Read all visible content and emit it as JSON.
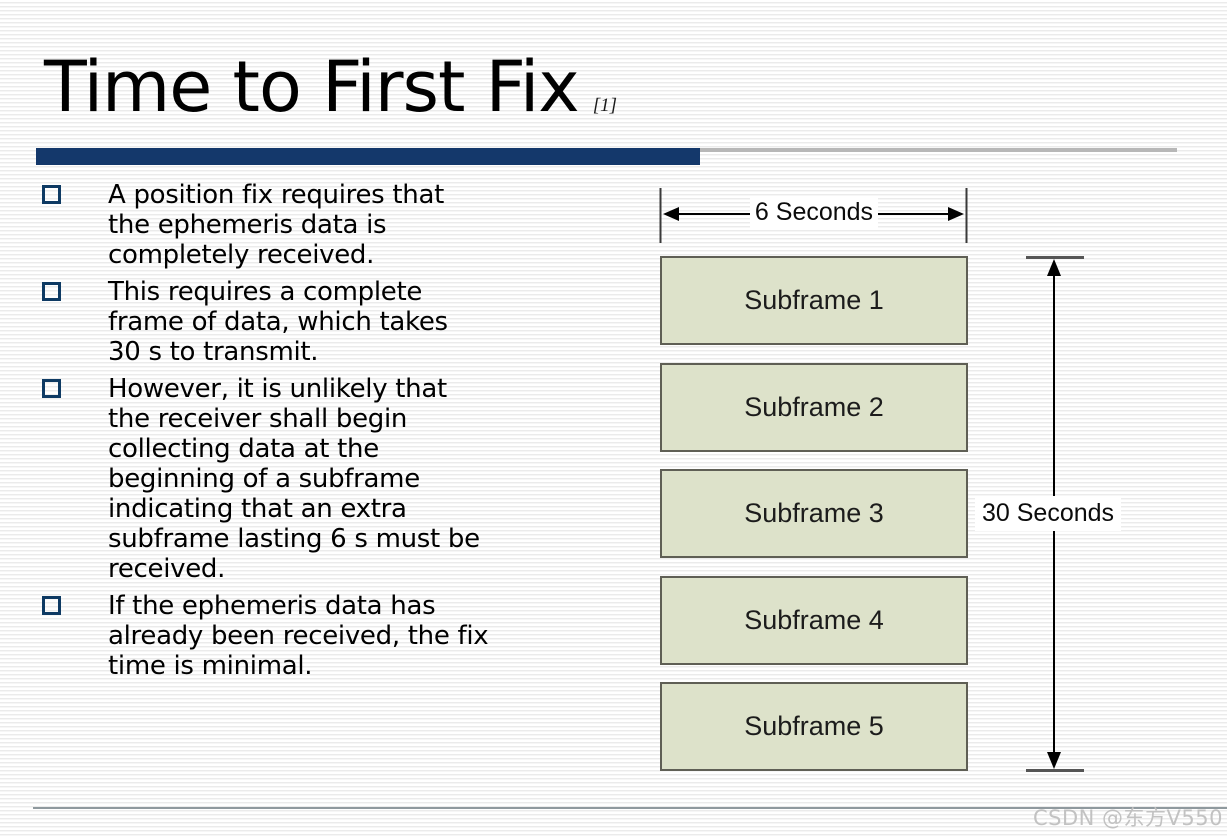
{
  "slide": {
    "title": "Time to First Fix",
    "title_ref": "[1]",
    "accent_color": "#14386b",
    "bullet_color": "#0e3a63",
    "bullets": [
      "A position fix requires that\nthe ephemeris data is\ncompletely received.",
      "This requires a complete\nframe of data, which takes\n30 s to transmit.",
      "However, it is unlikely that\nthe receiver shall begin\ncollecting data at the\nbeginning of a subframe\nindicating that an extra\nsubframe lasting 6 s must be\nreceived.",
      "If the ephemeris data has\nalready been received, the fix\ntime is minimal."
    ]
  },
  "diagram": {
    "top_measure": "6 Seconds",
    "side_measure": "30 Seconds",
    "subframes": [
      "Subframe 1",
      "Subframe 2",
      "Subframe 3",
      "Subframe 4",
      "Subframe 5"
    ],
    "box_fill": "#dde2ca",
    "box_border": "#5f5f55"
  },
  "watermark": "CSDN @东方V550"
}
